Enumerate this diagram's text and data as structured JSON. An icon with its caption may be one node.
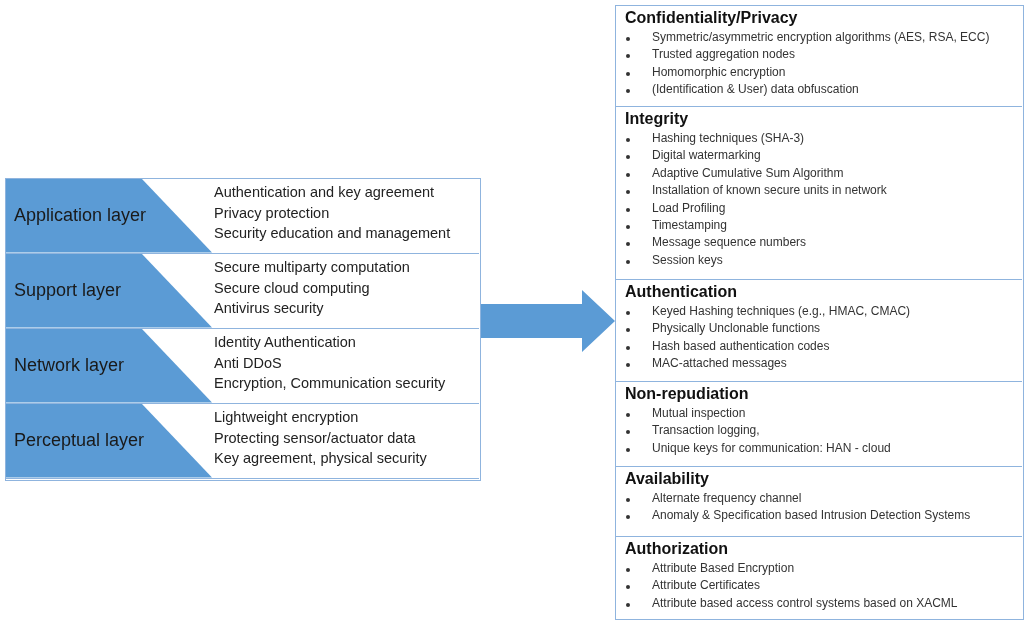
{
  "diagram": {
    "nodes": [
      {
        "text": [],
        "shape": "box"
      },
      {
        "text": [
          "Application layer",
          "Authentication and key agreement",
          "Privacy protection",
          "Security education and management"
        ],
        "in": 0
      },
      {
        "text": [
          "Support layer",
          "Secure multiparty computation",
          "Secure cloud computing",
          "Antivirus security"
        ],
        "in": 0
      },
      {
        "text": [
          "Network layer",
          "Identity Authentication",
          "Anti DDoS",
          "Encryption, Communication security"
        ],
        "in": 0
      },
      {
        "text": [
          "Perceptual layer",
          "Lightweight encryption",
          "Protecting sensor/actuator data",
          "Key agreement, physical security"
        ],
        "in": 0
      },
      {
        "text": [],
        "shape": "box"
      },
      {
        "text": [
          "Confidentiality/Privacy",
          "Symmetric/asymmetric encryption algorithms (AES, RSA, ECC)",
          "Trusted aggregation nodes",
          "Homomorphic encryption",
          "(Identification & User) data obfuscation"
        ],
        "in": 5
      },
      {
        "text": [
          "Integrity",
          "Hashing techniques (SHA-3)",
          "Digital watermarking",
          "Adaptive Cumulative Sum Algorithm",
          "Installation of known secure units in network",
          "Load Profiling",
          "Timestamping",
          "Message sequence numbers",
          "Session keys"
        ],
        "in": 5
      },
      {
        "text": [
          "Authentication",
          "Keyed Hashing techniques (e.g., HMAC, CMAC)",
          "Physically Unclonable functions",
          "Hash based authentication codes",
          "MAC-attached messages"
        ],
        "in": 5
      },
      {
        "text": [
          "Non-repudiation",
          "Mutual inspection",
          "Transaction logging,",
          "Unique keys for communication: HAN - cloud"
        ],
        "in": 5
      },
      {
        "text": [
          "Availability",
          "Alternate frequency channel",
          "Anomaly & Specification based Intrusion Detection Systems"
        ],
        "in": 5
      },
      {
        "text": [
          "Authorization",
          "Attribute Based Encryption",
          "Attribute Certificates",
          "Attribute based access control systems based on XACML"
        ],
        "in": 5
      }
    ],
    "edges": [
      {
        "from": 0,
        "to": 5,
        "arrow": "to",
        "style": "thick"
      }
    ]
  }
}
